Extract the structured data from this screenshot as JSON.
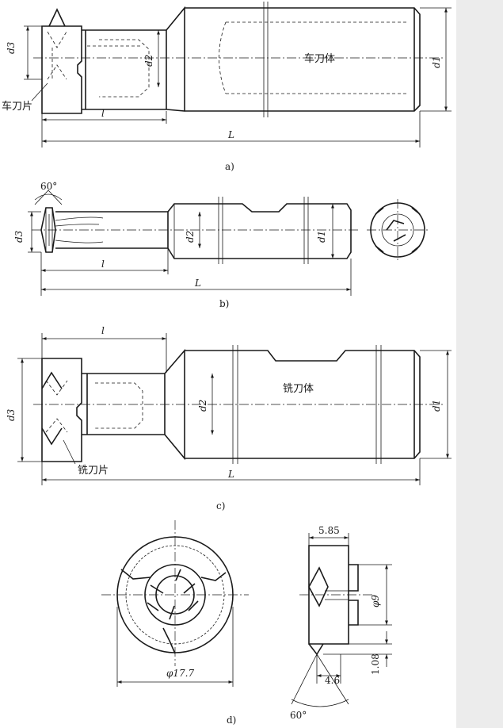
{
  "figure_a": {
    "caption": "a)",
    "label_body": "车刀体",
    "label_insert": "车刀片",
    "dim_d1": "d1",
    "dim_d2": "d2",
    "dim_d3": "d3",
    "dim_l": "l",
    "dim_L": "L"
  },
  "figure_b": {
    "caption": "b)",
    "angle": "60°",
    "dim_d1": "d1",
    "dim_d2": "d2",
    "dim_d3": "d3",
    "dim_l": "l",
    "dim_L": "L"
  },
  "figure_c": {
    "caption": "c)",
    "label_body": "铣刀体",
    "label_insert": "铣刀片",
    "dim_d1": "d1",
    "dim_d2": "d2",
    "dim_d3": "d3",
    "dim_l": "l",
    "dim_L": "L"
  },
  "figure_d": {
    "caption": "d)",
    "dim_diameter": "φ17.7",
    "dim_width": "5.85",
    "dim_phi9": "φ9",
    "dim_108": "1.08",
    "dim_46": "4.6",
    "angle": "60°"
  }
}
